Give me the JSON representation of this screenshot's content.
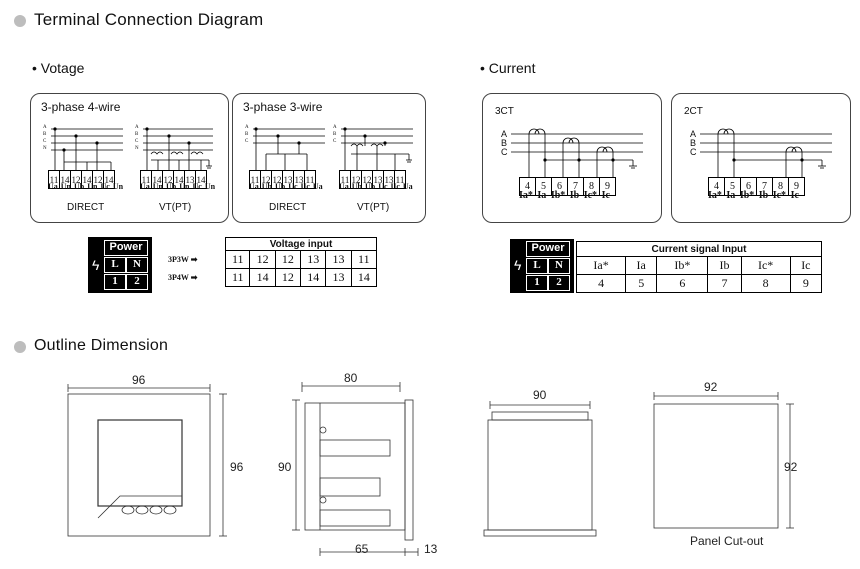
{
  "sections": {
    "terminal_title": "Terminal Connection Diagram",
    "outline_title": "Outline Dimension"
  },
  "voltage": {
    "heading": "Votage",
    "panel1": {
      "title": "3-phase  4-wire",
      "sub_left": "DIRECT",
      "sub_right": "VT(PT)"
    },
    "panel2": {
      "title": "3-phase  3-wire",
      "sub_left": "DIRECT",
      "sub_right": "VT(PT)"
    },
    "phase_labels_4w": [
      "A",
      "B",
      "C",
      "N"
    ],
    "phase_labels_3w": [
      "A",
      "B",
      "C"
    ],
    "p1_left_nums": [
      "11",
      "14",
      "12",
      "14",
      "12",
      "14"
    ],
    "p1_left_labels": [
      "Ua",
      "Un",
      "Ub",
      "Un",
      "Uc",
      "Un"
    ],
    "p1_right_nums": [
      "11",
      "14",
      "12",
      "14",
      "13",
      "14"
    ],
    "p1_right_labels": [
      "Ua",
      "Un",
      "Ub",
      "Un",
      "Uc",
      "Un"
    ],
    "p2_left_nums": [
      "11",
      "12",
      "12",
      "13",
      "13",
      "11"
    ],
    "p2_left_labels": [
      "Ua",
      "Ub",
      "Ub",
      "Uc",
      "Uc",
      "Ua"
    ],
    "p2_right_nums": [
      "11",
      "12",
      "12",
      "13",
      "13",
      "11"
    ],
    "p2_right_labels": [
      "Ua",
      "Ub",
      "Ub",
      "Uc",
      "Uc",
      "Ua"
    ],
    "table_header": "Voltage input",
    "row1_label": "3P3W",
    "row1": [
      "11",
      "12",
      "12",
      "13",
      "13",
      "11"
    ],
    "row2_label": "3P4W",
    "row2": [
      "11",
      "14",
      "12",
      "14",
      "13",
      "14"
    ]
  },
  "power": {
    "title": "Power",
    "l": "L",
    "n": "N",
    "one": "1",
    "two": "2"
  },
  "current": {
    "heading": "Current",
    "panel1": {
      "title": "3CT"
    },
    "panel2": {
      "title": "2CT"
    },
    "phase_labels": [
      "A",
      "B",
      "C"
    ],
    "terminal_nums": [
      "4",
      "5",
      "6",
      "7",
      "8",
      "9"
    ],
    "terminal_labels": [
      "Ia*",
      "Ia",
      "Ib*",
      "Ib",
      "Ic*",
      "Ic"
    ],
    "table_header": "Current signal Input",
    "labels": [
      "Ia*",
      "Ia",
      "Ib*",
      "Ib",
      "Ic*",
      "Ic"
    ],
    "values": [
      "4",
      "5",
      "6",
      "7",
      "8",
      "9"
    ]
  },
  "outline": {
    "front_width": "96",
    "front_height": "96",
    "side_depth": "80",
    "side_height": "90",
    "side_body": "65",
    "side_front": "13",
    "back_width": "90",
    "cutout_width": "92",
    "cutout_height": "92",
    "cutout_label": "Panel Cut-out"
  }
}
